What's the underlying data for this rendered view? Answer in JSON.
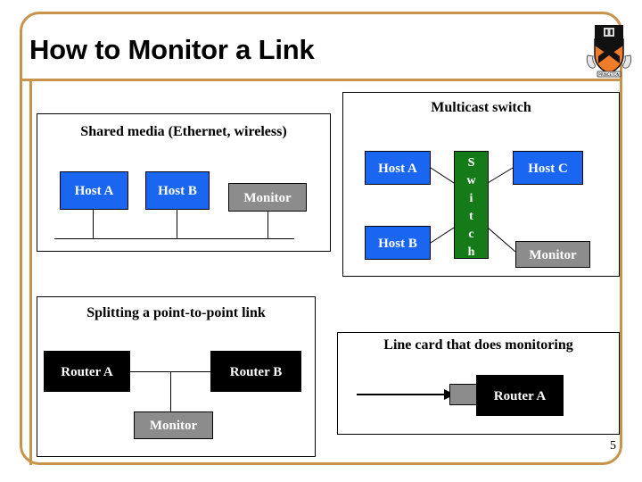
{
  "slide": {
    "title": "How to Monitor a Link",
    "page_number": "5",
    "accent_color": "#c8934a",
    "logo": "princeton-shield-logo"
  },
  "panels": [
    {
      "id": "shared",
      "title": "Shared media (Ethernet, wireless)",
      "nodes": [
        {
          "label": "Host A",
          "style": "blue"
        },
        {
          "label": "Host B",
          "style": "blue"
        },
        {
          "label": "Monitor",
          "style": "gray"
        }
      ]
    },
    {
      "id": "multicast",
      "title": "Multicast switch",
      "nodes": [
        {
          "label": "Host A",
          "style": "blue"
        },
        {
          "label": "Host B",
          "style": "blue"
        },
        {
          "label": "Host C",
          "style": "blue"
        },
        {
          "label": "Switch",
          "style": "green"
        },
        {
          "label": "Monitor",
          "style": "gray"
        }
      ]
    },
    {
      "id": "splitting",
      "title": "Splitting a point-to-point link",
      "nodes": [
        {
          "label": "Router A",
          "style": "black"
        },
        {
          "label": "Router B",
          "style": "black"
        },
        {
          "label": "Monitor",
          "style": "gray"
        }
      ]
    },
    {
      "id": "linecard",
      "title": "Line card that does monitoring",
      "nodes": [
        {
          "label": "Router A",
          "style": "black"
        },
        {
          "label": "",
          "style": "gray"
        }
      ]
    }
  ],
  "switch_letters": [
    "S",
    "w",
    "i",
    "t",
    "c",
    "h"
  ],
  "colors": {
    "host": "#1a66f0",
    "monitor": "#8c8c8c",
    "router": "#000000",
    "switch": "#157a18",
    "frame": "#c8934a"
  }
}
